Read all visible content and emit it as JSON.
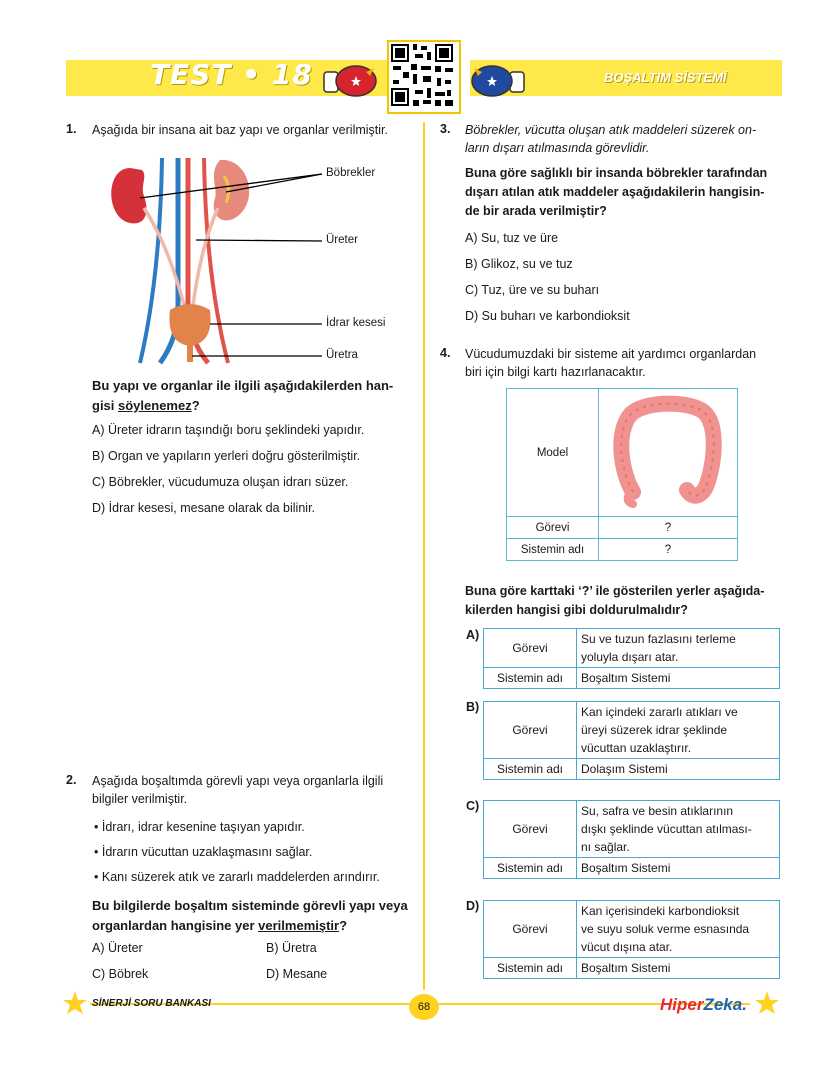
{
  "header": {
    "test_title": "TEST • 18",
    "topic": "BOŞALTIM SİSTEMİ"
  },
  "q1": {
    "num": "1.",
    "text": "Aşağıda bir insana ait baz yapı ve organlar verilmiştir.",
    "labels": [
      "Böbrekler",
      "Üreter",
      "İdrar kesesi",
      "Üretra"
    ],
    "question_a": "Bu yapı ve organlar ile ilgili aşağıdakilerden han-",
    "question_b": "gisi ",
    "question_u": "söylenemez",
    "question_q": "?",
    "options": [
      "A) Üreter idrarın taşındığı boru şeklindeki yapıdır.",
      "B) Organ ve yapıların yerleri doğru gösterilmiştir.",
      "C) Böbrekler, vücudumuza oluşan idrarı süzer.",
      "D) İdrar kesesi, mesane olarak da bilinir."
    ]
  },
  "q2": {
    "num": "2.",
    "text1": "Aşağıda boşaltımda görevli  yapı veya organlarla ilgili",
    "text2": "bilgiler verilmiştir.",
    "bullets": [
      "İdrarı, idrar kesenine taşıyan yapıdır.",
      "İdrarın vücuttan uzaklaşmasını sağlar.",
      "Kanı süzerek atık ve zararlı maddelerden arındırır."
    ],
    "question1": "Bu bilgilerde boşaltım sisteminde görevli yapı veya",
    "question2": "organlardan hangisine yer ",
    "question_u": "verilmemiştir",
    "question_q": "?",
    "options": [
      "A) Üreter",
      "B) Üretra",
      "C) Böbrek",
      "D) Mesane"
    ]
  },
  "q3": {
    "num": "3.",
    "text1": "Böbrekler, vücutta oluşan atık maddeleri süzerek on-",
    "text2": "ların dışarı atılmasında görevlidir.",
    "question1": "Buna göre sağlıklı bir insanda böbrekler tarafından",
    "question2": "dışarı atılan atık maddeler aşağıdakilerin hangisin-",
    "question3": "de bir arada verilmiştir?",
    "options": [
      "A) Su, tuz ve üre",
      "B) Glikoz, su ve tuz",
      "C) Tuz, üre ve su buharı",
      "D) Su buharı ve karbondioksit"
    ]
  },
  "q4": {
    "num": "4.",
    "text1": "Vücudumuzdaki bir sisteme ait yardımcı organlardan",
    "text2": "biri için bilgi kartı hazırlanacaktır.",
    "card": {
      "model": "Model",
      "gorevi": "Görevi",
      "sistem": "Sistemin adı",
      "q1": "?",
      "q2": "?"
    },
    "question1": "Buna göre karttaki ‘?’ ile gösterilen yerler aşağıda-",
    "question2": "kilerden hangisi gibi doldurulmalıdır?",
    "options": [
      {
        "letter": "A)",
        "gorevi_label": "Görevi",
        "gorevi_lines": [
          "Su ve tuzun fazlasını terleme",
          "yoluyla dışarı atar."
        ],
        "sistem_label": "Sistemin adı",
        "sistem": "Boşaltım Sistemi"
      },
      {
        "letter": "B)",
        "gorevi_label": "Görevi",
        "gorevi_lines": [
          "Kan içindeki zararlı atıkları ve",
          "üreyi süzerek idrar şeklinde",
          "vücuttan uzaklaştırır."
        ],
        "sistem_label": "Sistemin adı",
        "sistem": "Dolaşım Sistemi"
      },
      {
        "letter": "C)",
        "gorevi_label": "Görevi",
        "gorevi_lines": [
          "Su, safra ve besin atıklarının",
          "dışkı şeklinde vücuttan atılması-",
          "nı sağlar."
        ],
        "sistem_label": "Sistemin adı",
        "sistem": "Boşaltım Sistemi"
      },
      {
        "letter": "D)",
        "gorevi_label": "Görevi",
        "gorevi_lines": [
          "Kan içerisindeki karbondioksit",
          "ve suyu soluk verme esnasında",
          "vücut dışına atar."
        ],
        "sistem_label": "Sistemin adı",
        "sistem": "Boşaltım Sistemi"
      }
    ]
  },
  "footer": {
    "left": "SİNERJİ SORU BANKASI",
    "page": "68",
    "logo_a": "Hiper",
    "logo_b": "Zeka."
  }
}
